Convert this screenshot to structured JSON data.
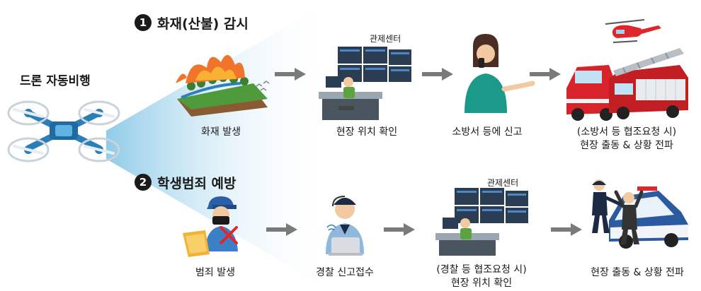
{
  "drone": {
    "label": "드론 자동비행"
  },
  "section1": {
    "number": "1",
    "title": "화재(산불) 감시",
    "control_center": "관제센터",
    "steps": [
      {
        "label": "화재 발생"
      },
      {
        "label": "현장 위치 확인"
      },
      {
        "label": "소방서 등에 신고"
      },
      {
        "line1": "(소방서 등 협조요청 시)",
        "line2": "현장 출동 & 상황 전파"
      }
    ]
  },
  "section2": {
    "number": "2",
    "title": "학생범죄 예방",
    "control_center": "관제센터",
    "steps": [
      {
        "label": "범죄 발생"
      },
      {
        "label": "경찰 신고접수"
      },
      {
        "line1": "(경찰 등 협조요청 시)",
        "line2": "현장 위치 확인"
      },
      {
        "label": "현장 출동 & 상황 전파"
      }
    ]
  },
  "colors": {
    "beam": "#a9d6ec",
    "drone": "#2b7fb8",
    "arrow": "#7a7a7a",
    "fire": "#f0742a",
    "fire_truck": "#d8232a",
    "police": "#2c5aa0"
  },
  "icons": [
    "drone-icon",
    "forest-fire-icon",
    "control-room-icon",
    "phone-call-icon",
    "fire-truck-icon",
    "helicopter-icon",
    "criminal-icon",
    "police-operator-icon",
    "police-car-icon"
  ]
}
